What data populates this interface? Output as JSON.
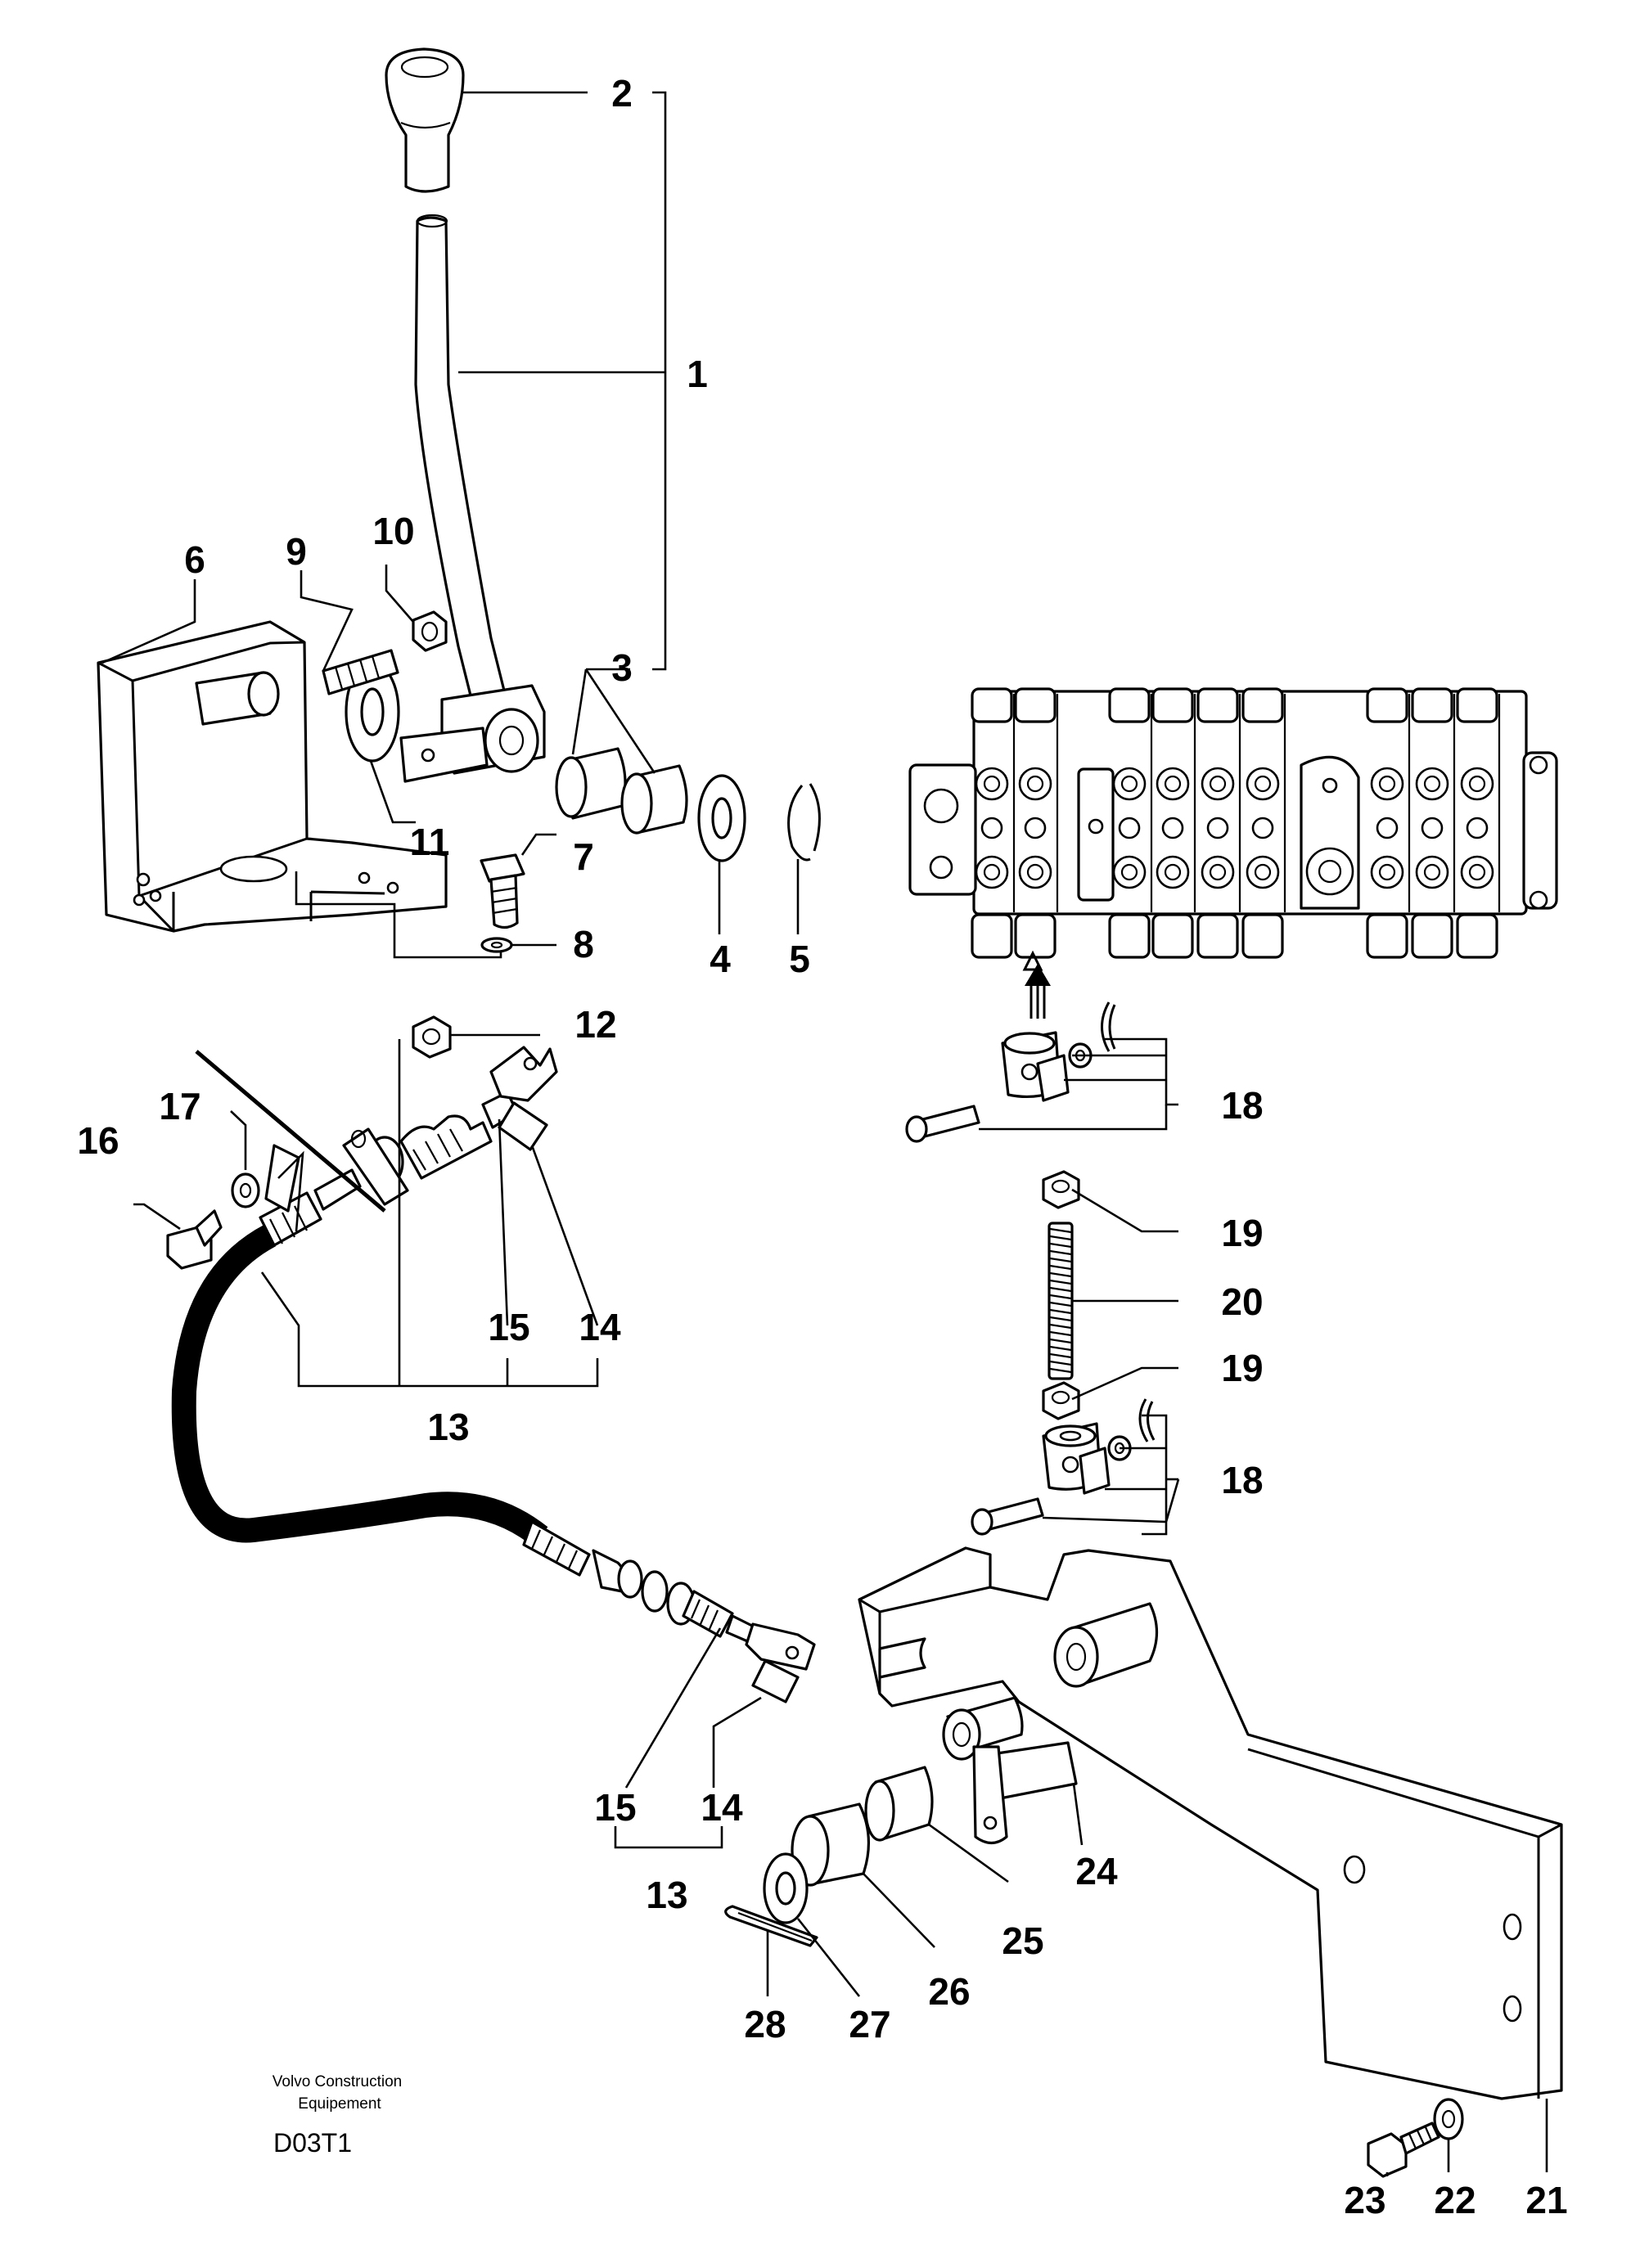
{
  "callouts": {
    "c1": "1",
    "c2": "2",
    "c3": "3",
    "c4": "4",
    "c5": "5",
    "c6": "6",
    "c7": "7",
    "c8": "8",
    "c9": "9",
    "c10": "10",
    "c11": "11",
    "c12": "12",
    "c13a": "13",
    "c13b": "13",
    "c14a": "14",
    "c14b": "14",
    "c15a": "15",
    "c15b": "15",
    "c16": "16",
    "c17": "17",
    "c18a": "18",
    "c18b": "18",
    "c19a": "19",
    "c19b": "19",
    "c20": "20",
    "c21": "21",
    "c22": "22",
    "c23": "23",
    "c24": "24",
    "c25": "25",
    "c26": "26",
    "c27": "27",
    "c28": "28"
  },
  "footer": {
    "brand_line1": "Volvo Construction",
    "brand_line2": "Equipement",
    "drawing_code": "D03T1"
  }
}
